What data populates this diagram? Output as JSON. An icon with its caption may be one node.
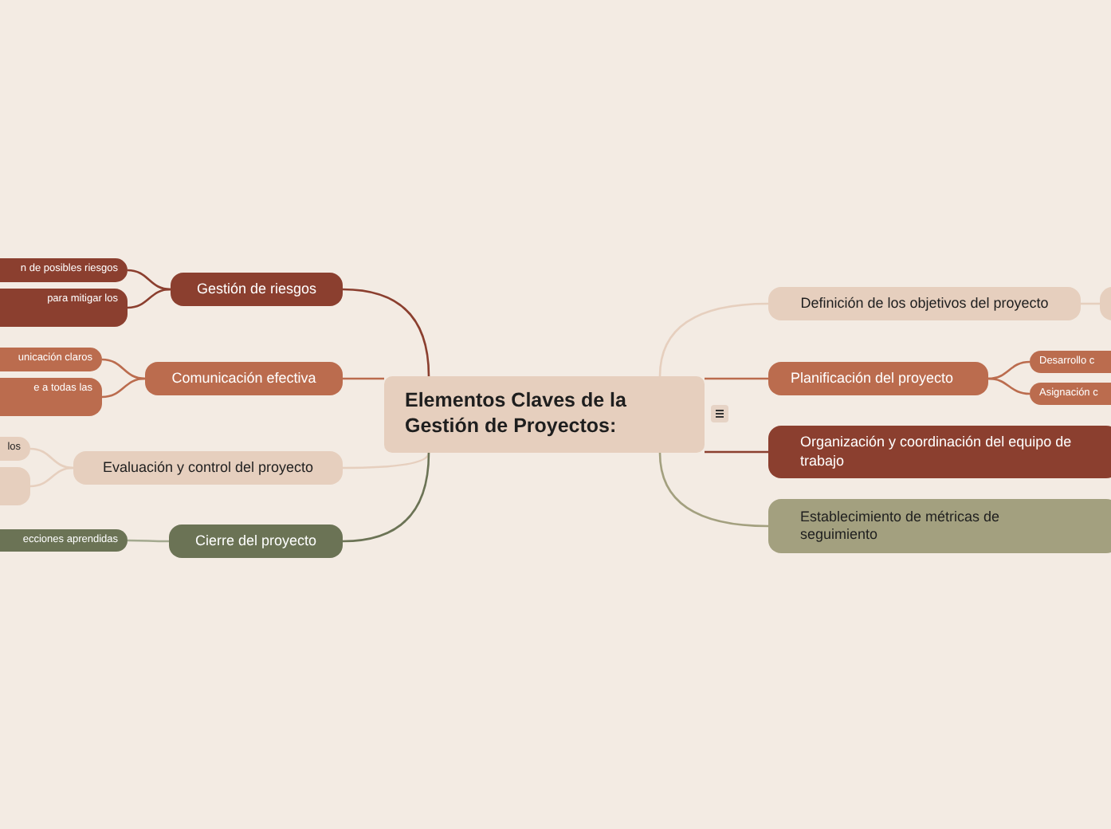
{
  "diagram": {
    "nodes": [
      {
        "text": [
          "Elementos Claves de la Gestión de Proyectos:"
        ]
      },
      {
        "text": [
          "Gestión de riesgos"
        ]
      },
      {
        "text": [
          "n de posibles riesgos"
        ]
      },
      {
        "text": [
          "para mitigar los"
        ]
      },
      {
        "text": [
          "Comunicación efectiva"
        ]
      },
      {
        "text": [
          "unicación claros"
        ]
      },
      {
        "text": [
          "e a todas las"
        ]
      },
      {
        "text": [
          "Evaluación y control del proyecto"
        ]
      },
      {
        "text": [
          "los"
        ]
      },
      {
        "text": [],
        "shape": "box"
      },
      {
        "text": [
          "Cierre del proyecto"
        ]
      },
      {
        "text": [
          "ecciones aprendidas"
        ]
      },
      {
        "text": [
          "Definición de los objetivos del proyecto"
        ]
      },
      {
        "text": [],
        "shape": "box"
      },
      {
        "text": [
          "Planificación del proyecto"
        ]
      },
      {
        "text": [
          "Desarrollo c"
        ]
      },
      {
        "text": [
          "Asignación c"
        ]
      },
      {
        "text": [
          "Organización y coordinación del equipo de trabajo"
        ]
      },
      {
        "text": [
          "Establecimiento de métricas de seguimiento"
        ]
      }
    ],
    "edges": [
      {
        "from": 0,
        "to": 1,
        "arrow": "none",
        "color": "#8b3f2f"
      },
      {
        "from": 1,
        "to": 2,
        "arrow": "none",
        "color": "#8b3f2f"
      },
      {
        "from": 1,
        "to": 3,
        "arrow": "none",
        "color": "#8b3f2f"
      },
      {
        "from": 0,
        "to": 4,
        "arrow": "none",
        "color": "#bb6c4e"
      },
      {
        "from": 4,
        "to": 5,
        "arrow": "none",
        "color": "#bb6c4e"
      },
      {
        "from": 4,
        "to": 6,
        "arrow": "none",
        "color": "#bb6c4e"
      },
      {
        "from": 0,
        "to": 7,
        "arrow": "none",
        "color": "#e6cfbe"
      },
      {
        "from": 7,
        "to": 8,
        "arrow": "none",
        "color": "#e6cfbe"
      },
      {
        "from": 7,
        "to": 9,
        "arrow": "none",
        "color": "#e6cfbe"
      },
      {
        "from": 0,
        "to": 10,
        "arrow": "none",
        "color": "#6b7355"
      },
      {
        "from": 10,
        "to": 11,
        "arrow": "none",
        "color": "#a3a98f"
      },
      {
        "from": 0,
        "to": 12,
        "arrow": "none",
        "color": "#e6cfbe"
      },
      {
        "from": 12,
        "to": 13,
        "arrow": "none",
        "color": "#e6cfbe"
      },
      {
        "from": 0,
        "to": 14,
        "arrow": "none",
        "color": "#bb6c4e"
      },
      {
        "from": 14,
        "to": 15,
        "arrow": "none",
        "color": "#bb6c4e"
      },
      {
        "from": 14,
        "to": 16,
        "arrow": "none",
        "color": "#bb6c4e"
      },
      {
        "from": 0,
        "to": 17,
        "arrow": "none",
        "color": "#8b3f2f"
      },
      {
        "from": 0,
        "to": 18,
        "arrow": "none",
        "color": "#a3a07f"
      }
    ]
  }
}
